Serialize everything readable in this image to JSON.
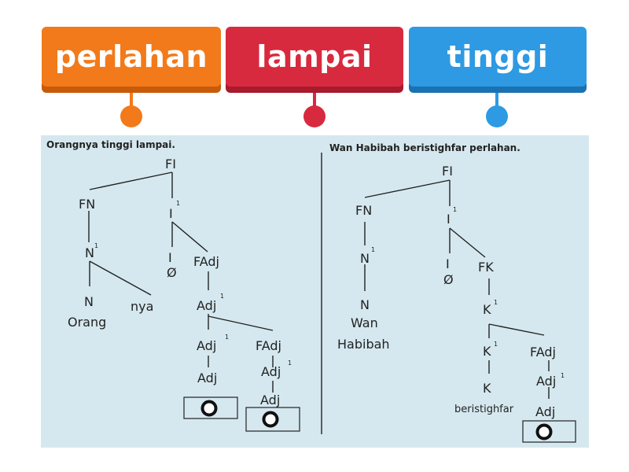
{
  "tiles": [
    {
      "label": "perlahan",
      "color": "#f27a1a",
      "shadow": "#c85a0a"
    },
    {
      "label": "lampai",
      "color": "#d82a3e",
      "shadow": "#a81a2c"
    },
    {
      "label": "tinggi",
      "color": "#2d9ae3",
      "shadow": "#1a72b2"
    }
  ],
  "left_tree": {
    "sentence": "Orangnya tinggi lampai.",
    "FI": "FI",
    "FN": "FN",
    "N1": "N",
    "N": "N",
    "Orang": "Orang",
    "nya": "nya",
    "I1": "I",
    "I": "I",
    "null": "Ø",
    "FAdj": "FAdj",
    "Adj1": "Adj",
    "Adj1b": "Adj",
    "Adj": "Adj",
    "FAdj2": "FAdj",
    "Adj1c": "Adj",
    "Adj2": "Adj",
    "sup": "1"
  },
  "right_tree": {
    "sentence": "Wan Habibah beristighfar perlahan.",
    "FI": "FI",
    "FN": "FN",
    "N1": "N",
    "N": "N",
    "Wan": "Wan",
    "Habibah": "Habibah",
    "I1": "I",
    "I": "I",
    "null": "Ø",
    "FK": "FK",
    "K1": "K",
    "K1b": "K",
    "K": "K",
    "verb": "beristighfar",
    "FAdj": "FAdj",
    "Adj1": "Adj",
    "Adj": "Adj",
    "sup": "1"
  }
}
